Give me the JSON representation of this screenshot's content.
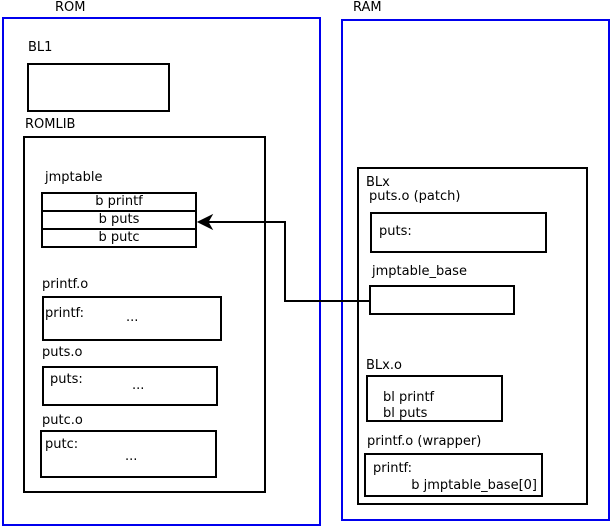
{
  "diagram": {
    "colors": {
      "frame_border": "#0000ee",
      "box_border": "#000000",
      "background": "#ffffff",
      "arrow": "#000000"
    },
    "rom": {
      "title": "ROM",
      "bl1_label": "BL1",
      "romlib_label": "ROMLIB",
      "jmptable": {
        "label": "jmptable",
        "rows": [
          "b printf",
          "b puts",
          "b putc"
        ]
      },
      "printf_o": {
        "label": "printf.o",
        "symbol": "printf:",
        "body": "..."
      },
      "puts_o": {
        "label": "puts.o",
        "symbol": "puts:",
        "body": "..."
      },
      "putc_o": {
        "label": "putc.o",
        "symbol": "putc:",
        "body": "..."
      }
    },
    "ram": {
      "title": "RAM",
      "blx_label": "BLx",
      "puts_patch": {
        "label": "puts.o (patch)",
        "symbol": "puts:"
      },
      "jmptable_base": {
        "label": "jmptable_base"
      },
      "blx_o": {
        "label": "BLx.o",
        "lines": [
          "bl printf",
          "bl puts"
        ]
      },
      "printf_wrapper": {
        "label": "printf.o (wrapper)",
        "symbol": "printf:",
        "body": "b jmptable_base[0]"
      }
    },
    "arrow": {
      "meaning": "jmptable_base points to jmptable entry b puts"
    }
  }
}
